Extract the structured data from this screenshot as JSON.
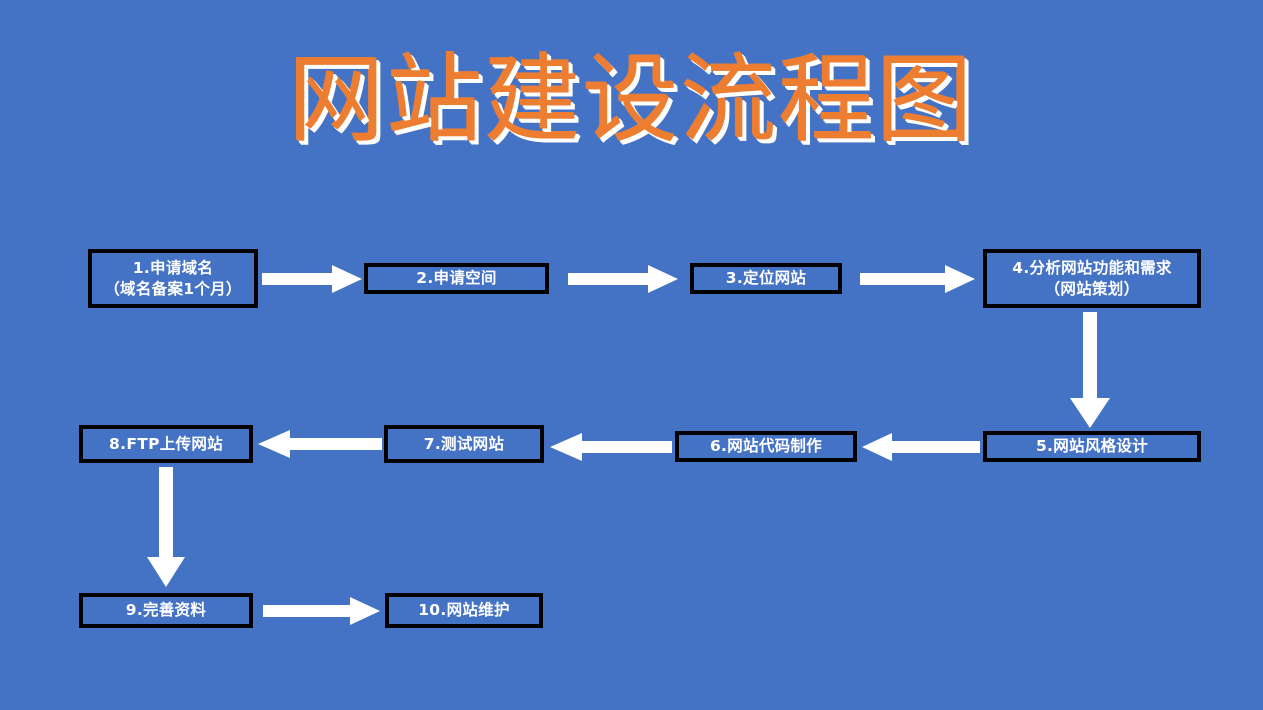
{
  "slide": {
    "title": "网站建设流程图",
    "background_color": "#4472C4",
    "title_color": "#ED7D31",
    "title_shadow_color": "#FFFFFF",
    "node_border_color": "#000000",
    "node_text_color": "#FFFFFF",
    "arrow_color": "#FFFFFF"
  },
  "nodes": [
    {
      "id": "n1",
      "line1": "1.申请域名",
      "line2": "（域名备案1个月）"
    },
    {
      "id": "n2",
      "line1": "2.申请空间",
      "line2": ""
    },
    {
      "id": "n3",
      "line1": "3.定位网站",
      "line2": ""
    },
    {
      "id": "n4",
      "line1": "4.分析网站功能和需求",
      "line2": "（网站策划）"
    },
    {
      "id": "n5",
      "line1": "5.网站风格设计",
      "line2": ""
    },
    {
      "id": "n6",
      "line1": "6.网站代码制作",
      "line2": ""
    },
    {
      "id": "n7",
      "line1": "7.测试网站",
      "line2": ""
    },
    {
      "id": "n8",
      "line1": "8.FTP上传网站",
      "line2": ""
    },
    {
      "id": "n9",
      "line1": "9.完善资料",
      "line2": ""
    },
    {
      "id": "n10",
      "line1": "10.网站维护",
      "line2": ""
    }
  ],
  "connectors": [
    {
      "id": "a1",
      "from": "n1",
      "to": "n2",
      "direction": "right"
    },
    {
      "id": "a2",
      "from": "n2",
      "to": "n3",
      "direction": "right"
    },
    {
      "id": "a3",
      "from": "n3",
      "to": "n4",
      "direction": "right"
    },
    {
      "id": "a4",
      "from": "n4",
      "to": "n5",
      "direction": "down"
    },
    {
      "id": "a5",
      "from": "n5",
      "to": "n6",
      "direction": "left"
    },
    {
      "id": "a6",
      "from": "n6",
      "to": "n7",
      "direction": "left"
    },
    {
      "id": "a7",
      "from": "n7",
      "to": "n8",
      "direction": "left"
    },
    {
      "id": "a8",
      "from": "n8",
      "to": "n9",
      "direction": "down"
    },
    {
      "id": "a9",
      "from": "n9",
      "to": "n10",
      "direction": "right"
    }
  ]
}
